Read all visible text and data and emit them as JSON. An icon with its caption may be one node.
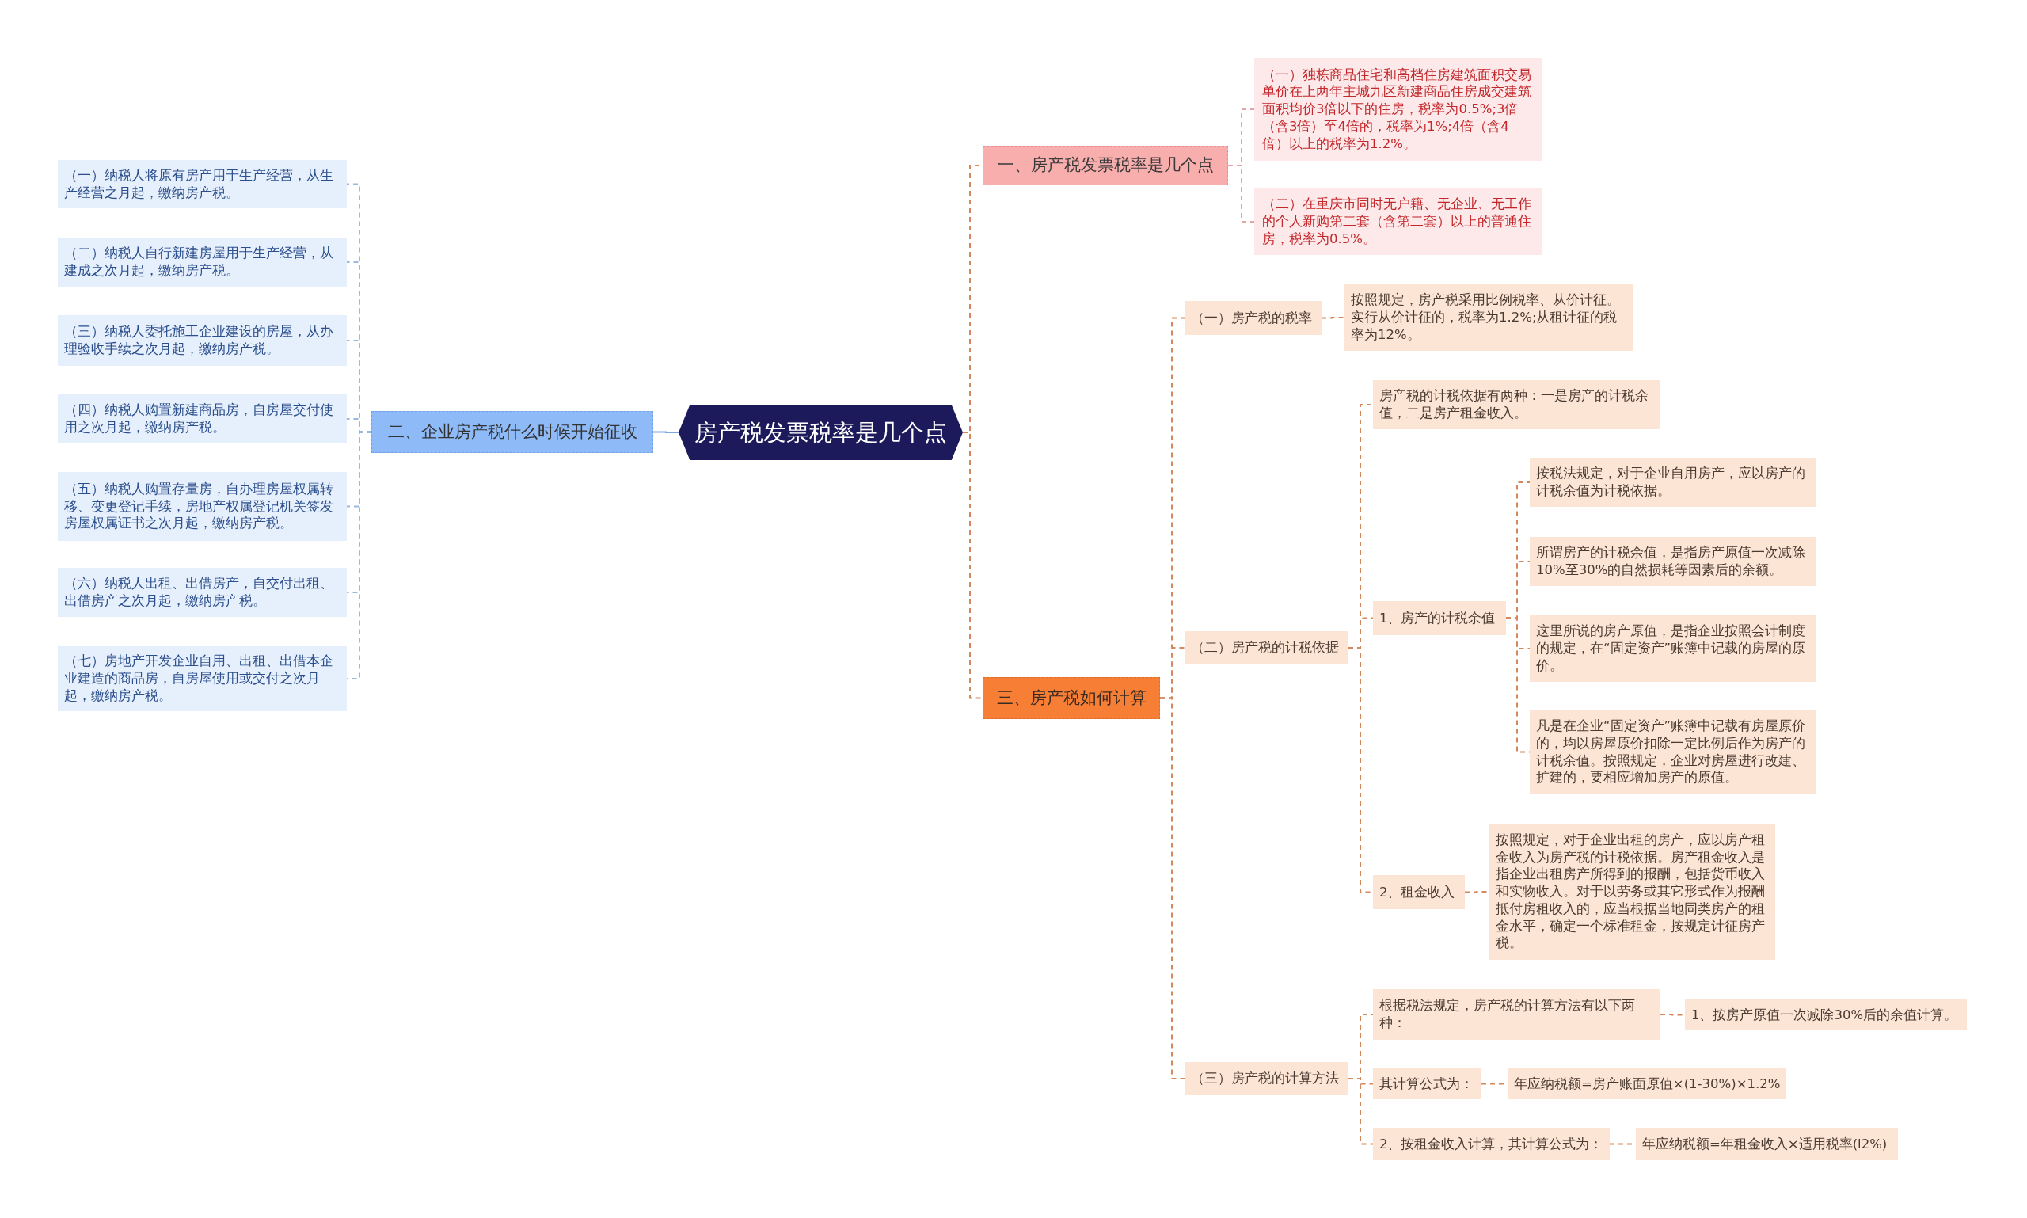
{
  "diagram": {
    "nodes": [
      {
        "text": [
          "房产税发票税率是几个点"
        ]
      },
      {
        "text": [
          "一、房产税发票税率是几个点"
        ]
      },
      {
        "text": [
          "（一）独栋商品住宅和高档住房建筑面积交易单价在上两年主城九区新建商品住房成交建筑面积均价3倍以下的住房，税率为0.5%;3倍（含3倍）至4倍的，税率为1%;4倍（含4倍）以上的税率为1.2%。"
        ]
      },
      {
        "text": [
          "（二）在重庆市同时无户籍、无企业、无工作的个人新购第二套（含第二套）以上的普通住房，税率为0.5%。"
        ]
      },
      {
        "text": [
          "二、企业房产税什么时候开始征收"
        ]
      },
      {
        "text": [
          "（一）纳税人将原有房产用于生产经营，从生产经营之月起，缴纳房产税。"
        ]
      },
      {
        "text": [
          "（二）纳税人自行新建房屋用于生产经营，从建成之次月起，缴纳房产税。"
        ]
      },
      {
        "text": [
          "（三）纳税人委托施工企业建设的房屋，从办理验收手续之次月起，缴纳房产税。"
        ]
      },
      {
        "text": [
          "（四）纳税人购置新建商品房，自房屋交付使用之次月起，缴纳房产税。"
        ]
      },
      {
        "text": [
          "（五）纳税人购置存量房，自办理房屋权属转移、变更登记手续，房地产权属登记机关签发房屋权属证书之次月起，缴纳房产税。"
        ]
      },
      {
        "text": [
          "（六）纳税人出租、出借房产，自交付出租、出借房产之次月起，缴纳房产税。"
        ]
      },
      {
        "text": [
          "（七）房地产开发企业自用、出租、出借本企业建造的商品房，自房屋使用或交付之次月起，缴纳房产税。"
        ]
      },
      {
        "text": [
          "三、房产税如何计算"
        ]
      },
      {
        "text": [
          "（一）房产税的税率"
        ]
      },
      {
        "text": [
          "按照规定，房产税采用比例税率、从价计征。实行从价计征的，税率为1.2%;从租计征的税率为12%。"
        ]
      },
      {
        "text": [
          "（二）房产税的计税依据"
        ]
      },
      {
        "text": [
          "房产税的计税依据有两种：一是房产的计税余值，二是房产租金收入。"
        ]
      },
      {
        "text": [
          "1、房产的计税余值"
        ]
      },
      {
        "text": [
          "按税法规定，对于企业自用房产，应以房产的计税余值为计税依据。"
        ]
      },
      {
        "text": [
          "所谓房产的计税余值，是指房产原值一次减除10%至30%的自然损耗等因素后的余额。"
        ]
      },
      {
        "text": [
          "这里所说的房产原值，是指企业按照会计制度的规定，在“固定资产”账簿中记载的房屋的原价。"
        ]
      },
      {
        "text": [
          "凡是在企业“固定资产”账簿中记载有房屋原价的，均以房屋原价扣除一定比例后作为房产的计税余值。按照规定，企业对房屋进行改建、扩建的，要相应增加房产的原值。"
        ]
      },
      {
        "text": [
          "2、租金收入"
        ]
      },
      {
        "text": [
          "按照规定，对于企业出租的房产，应以房产租金收入为房产税的计税依据。房产租金收入是指企业出租房产所得到的报酬，包括货币收入和实物收入。对于以劳务或其它形式作为报酬抵付房租收入的，应当根据当地同类房产的租金水平，确定一个标准租金，按规定计征房产税。"
        ]
      },
      {
        "text": [
          "（三）房产税的计算方法"
        ]
      },
      {
        "text": [
          "根据税法规定，房产税的计算方法有以下两种："
        ]
      },
      {
        "text": [
          "1、按房产原值一次减除30%后的余值计算。"
        ]
      },
      {
        "text": [
          "其计算公式为："
        ]
      },
      {
        "text": [
          "年应纳税额=房产账面原值×(1-30%)×1.2%"
        ]
      },
      {
        "text": [
          "2、按租金收入计算，其计算公式为："
        ]
      },
      {
        "text": [
          "年应纳税额=年租金收入×适用税率(l2%)"
        ]
      }
    ],
    "edges": [
      {
        "from": 0,
        "to": 1,
        "arrow": "none",
        "style": "dashed"
      },
      {
        "from": 1,
        "to": 2,
        "arrow": "none",
        "style": "dashed",
        "color": "#e8a4a4"
      },
      {
        "from": 1,
        "to": 3,
        "arrow": "none",
        "style": "dashed",
        "color": "#e8a4a4"
      },
      {
        "from": 0,
        "to": 4,
        "arrow": "none",
        "color": "#7fa6dc"
      },
      {
        "from": 4,
        "to": 5,
        "arrow": "none",
        "style": "dashed",
        "color": "#9bb8e3"
      },
      {
        "from": 4,
        "to": 6,
        "arrow": "none",
        "style": "dashed",
        "color": "#9bb8e3"
      },
      {
        "from": 4,
        "to": 7,
        "arrow": "none",
        "style": "dashed",
        "color": "#9bb8e3"
      },
      {
        "from": 4,
        "to": 8,
        "arrow": "none",
        "style": "dashed",
        "color": "#9bb8e3"
      },
      {
        "from": 4,
        "to": 9,
        "arrow": "none",
        "style": "dashed",
        "color": "#9bb8e3"
      },
      {
        "from": 4,
        "to": 10,
        "arrow": "none",
        "style": "dashed",
        "color": "#9bb8e3"
      },
      {
        "from": 4,
        "to": 11,
        "arrow": "none",
        "style": "dashed",
        "color": "#9bb8e3"
      },
      {
        "from": 0,
        "to": 12,
        "arrow": "none",
        "style": "dashed"
      },
      {
        "from": 12,
        "to": 13,
        "arrow": "none",
        "style": "dashed"
      },
      {
        "from": 13,
        "to": 14,
        "arrow": "none",
        "style": "dashed"
      },
      {
        "from": 12,
        "to": 15,
        "arrow": "none",
        "style": "dashed"
      },
      {
        "from": 15,
        "to": 16,
        "arrow": "none",
        "style": "dashed"
      },
      {
        "from": 15,
        "to": 17,
        "arrow": "none",
        "style": "dashed"
      },
      {
        "from": 17,
        "to": 18,
        "arrow": "none",
        "style": "dashed"
      },
      {
        "from": 17,
        "to": 19,
        "arrow": "none",
        "style": "dashed"
      },
      {
        "from": 17,
        "to": 20,
        "arrow": "none",
        "style": "dashed"
      },
      {
        "from": 17,
        "to": 21,
        "arrow": "none",
        "style": "dashed"
      },
      {
        "from": 15,
        "to": 22,
        "arrow": "none",
        "style": "dashed"
      },
      {
        "from": 22,
        "to": 23,
        "arrow": "none",
        "style": "dashed"
      },
      {
        "from": 12,
        "to": 24,
        "arrow": "none",
        "style": "dashed"
      },
      {
        "from": 24,
        "to": 25,
        "arrow": "none",
        "style": "dashed"
      },
      {
        "from": 25,
        "to": 26,
        "arrow": "none",
        "style": "dashed"
      },
      {
        "from": 24,
        "to": 27,
        "arrow": "none",
        "style": "dashed"
      },
      {
        "from": 27,
        "to": 28,
        "arrow": "none",
        "style": "dashed"
      },
      {
        "from": 24,
        "to": 29,
        "arrow": "none",
        "style": "dashed"
      },
      {
        "from": 29,
        "to": 30,
        "arrow": "none",
        "style": "dashed"
      }
    ]
  }
}
